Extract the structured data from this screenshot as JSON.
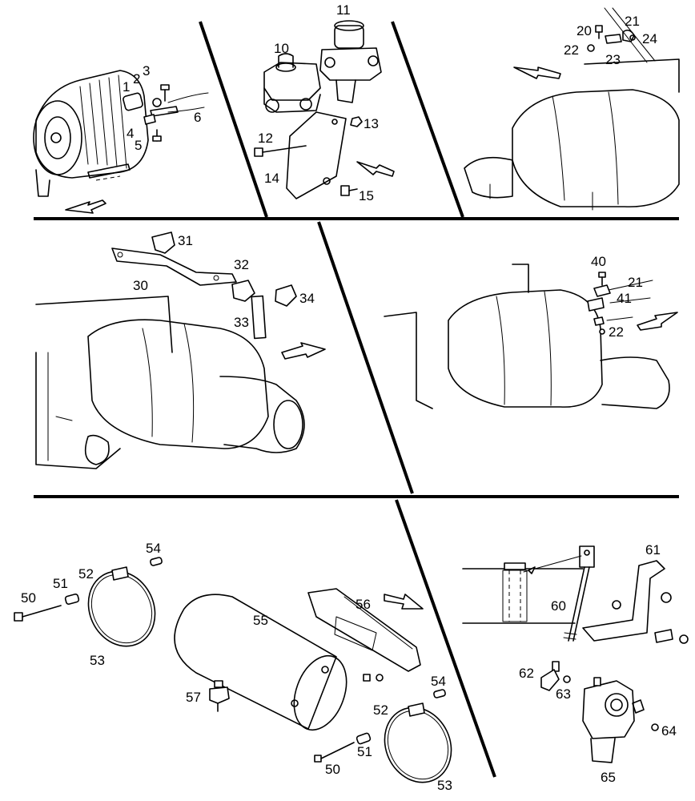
{
  "callouts": {
    "c1": "1",
    "c2": "2",
    "c3": "3",
    "c4": "4",
    "c5": "5",
    "c6": "6",
    "c10": "10",
    "c11": "11",
    "c12": "12",
    "c13": "13",
    "c14": "14",
    "c15": "15",
    "c20": "20",
    "c21": "21",
    "c22": "22",
    "c23": "23",
    "c24": "24",
    "c30": "30",
    "c31": "31",
    "c32": "32",
    "c33": "33",
    "c34": "34",
    "c40": "40",
    "c41": "41",
    "c21b": "21",
    "c22b": "22",
    "c50": "50",
    "c51": "51",
    "c52": "52",
    "c53": "53",
    "c54": "54",
    "c55": "55",
    "c56": "56",
    "c57": "57",
    "c50b": "50",
    "c51b": "51",
    "c52b": "52",
    "c53b": "53",
    "c54b": "54",
    "c60": "60",
    "c61": "61",
    "c62": "62",
    "c63": "63",
    "c64": "64",
    "c65": "65"
  }
}
